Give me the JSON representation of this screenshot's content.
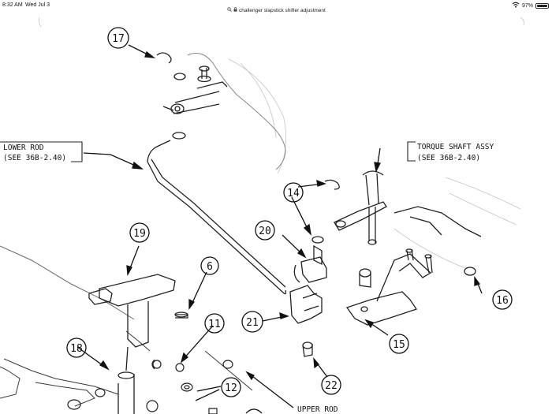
{
  "status_bar": {
    "time": "8:32 AM",
    "date": "Wed Jul 3",
    "url": "challenger slapstick shifter adjustment",
    "battery_text": "97%",
    "battery_level": 0.97,
    "icons": [
      "lock-icon",
      "wifi-icon",
      "battery-icon"
    ]
  },
  "diagram": {
    "callouts": [
      "17",
      "14",
      "20",
      "19",
      "6",
      "11",
      "21",
      "18",
      "12",
      "22",
      "15",
      "16"
    ],
    "labels": {
      "lower_rod_1": "LOWER ROD",
      "lower_rod_2": "(SEE 36B-2.40)",
      "torque_1": "TORQUE SHAFT ASSY",
      "torque_2": "(SEE 36B-2.40)",
      "upper_rod": "UPPER ROD"
    }
  }
}
